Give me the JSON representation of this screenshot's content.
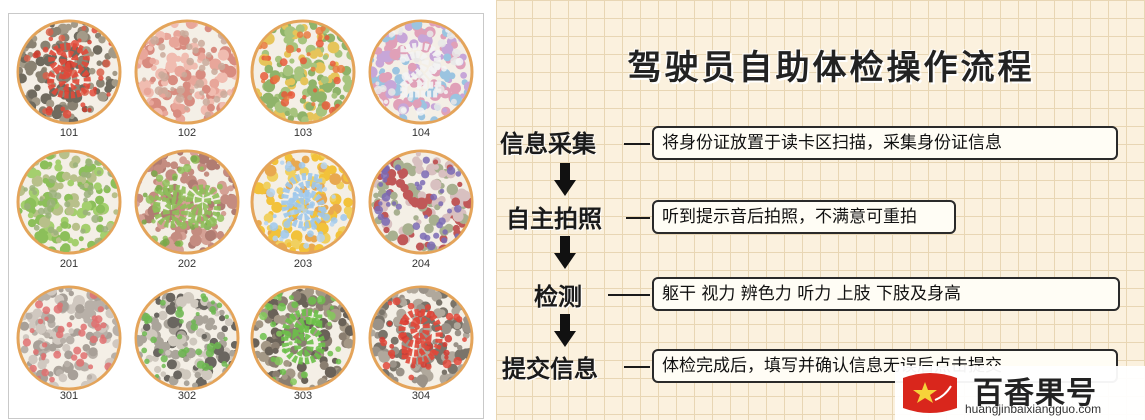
{
  "plates": [
    {
      "label": "101",
      "digits": "8",
      "ring": "#e4a45a",
      "bg": [
        "#8a8272",
        "#a39a88",
        "#6f6a5e"
      ],
      "fg": [
        "#e04a3a",
        "#d8604a",
        "#cc3c2e"
      ]
    },
    {
      "label": "102",
      "digits": "",
      "ring": "#e4a45a",
      "bg": [
        "#e8a69a",
        "#d88c80",
        "#f0bcb0"
      ],
      "fg": [
        "#c9a99a"
      ]
    },
    {
      "label": "103",
      "digits": "",
      "ring": "#e4a45a",
      "bg": [
        "#8fb36a",
        "#a7c47e",
        "#e6c45a"
      ],
      "fg": [
        "#e65a3a",
        "#e87a40"
      ]
    },
    {
      "label": "104",
      "digits": "2",
      "ring": "#e4a45a",
      "bg": [
        "#9bc4e0",
        "#c7a6d8",
        "#e0a0b8"
      ],
      "fg": [
        "#f4f4f4",
        "#e8e8e8"
      ]
    },
    {
      "label": "201",
      "digits": "",
      "ring": "#e4a45a",
      "bg": [
        "#8cbf5a",
        "#a4cf6e",
        "#b8c08a"
      ],
      "fg": [
        "#9ab07a"
      ]
    },
    {
      "label": "202",
      "digits": "69",
      "ring": "#e4a45a",
      "bg": [
        "#c48c80",
        "#d4a094",
        "#b07c72"
      ],
      "fg": [
        "#8fbf5a",
        "#79a94a"
      ]
    },
    {
      "label": "203",
      "digits": "6",
      "ring": "#e4a45a",
      "bg": [
        "#f2c23a",
        "#f0d060",
        "#e8a850"
      ],
      "fg": [
        "#9ec8ec",
        "#b4d4f0"
      ]
    },
    {
      "label": "204",
      "digits": "",
      "ring": "#e4a45a",
      "bg": [
        "#c05858",
        "#d8c0c0",
        "#a8b090"
      ],
      "fg": [
        "#7a6ab4"
      ]
    },
    {
      "label": "301",
      "digits": "",
      "ring": "#e4a45a",
      "bg": [
        "#b8b0a8",
        "#d0c8c0",
        "#a8a098"
      ],
      "fg": [
        "#e07070"
      ]
    },
    {
      "label": "302",
      "digits": "",
      "ring": "#e4a45a",
      "bg": [
        "#aaa49a",
        "#6a6660",
        "#cfc8be"
      ],
      "fg": [
        "#6cb850"
      ]
    },
    {
      "label": "303",
      "digits": "6",
      "ring": "#e4a45a",
      "bg": [
        "#8a7e70",
        "#a49886",
        "#6a6258"
      ],
      "fg": [
        "#6cc04a",
        "#84c85a"
      ]
    },
    {
      "label": "304",
      "digits": "9",
      "ring": "#e4a45a",
      "bg": [
        "#9a9288",
        "#b0a89c",
        "#7a746a"
      ],
      "fg": [
        "#e0483a",
        "#d43a30"
      ]
    }
  ],
  "flow": {
    "title": "驾驶员自助体检操作流程",
    "steps": [
      {
        "label": "信息采集",
        "text": "将身份证放置于读卡区扫描，采集身份证信息"
      },
      {
        "label": "自主拍照",
        "text": "听到提示音后拍照，不满意可重拍"
      },
      {
        "label": "检测",
        "text": "躯干  视力  辨色力  听力  上肢  下肢及身高"
      },
      {
        "label": "提交信息",
        "text": "体检完成后，填写并确认信息无误后点击提交"
      }
    ]
  },
  "watermark": {
    "name": "百香果号",
    "url": "huangjinbaixiangguo.com"
  },
  "colors": {
    "grid_bg": "#fbf1de",
    "grid_line": "#e8d6b4",
    "logo_red": "#d9261c",
    "logo_star": "#f6d23a"
  }
}
